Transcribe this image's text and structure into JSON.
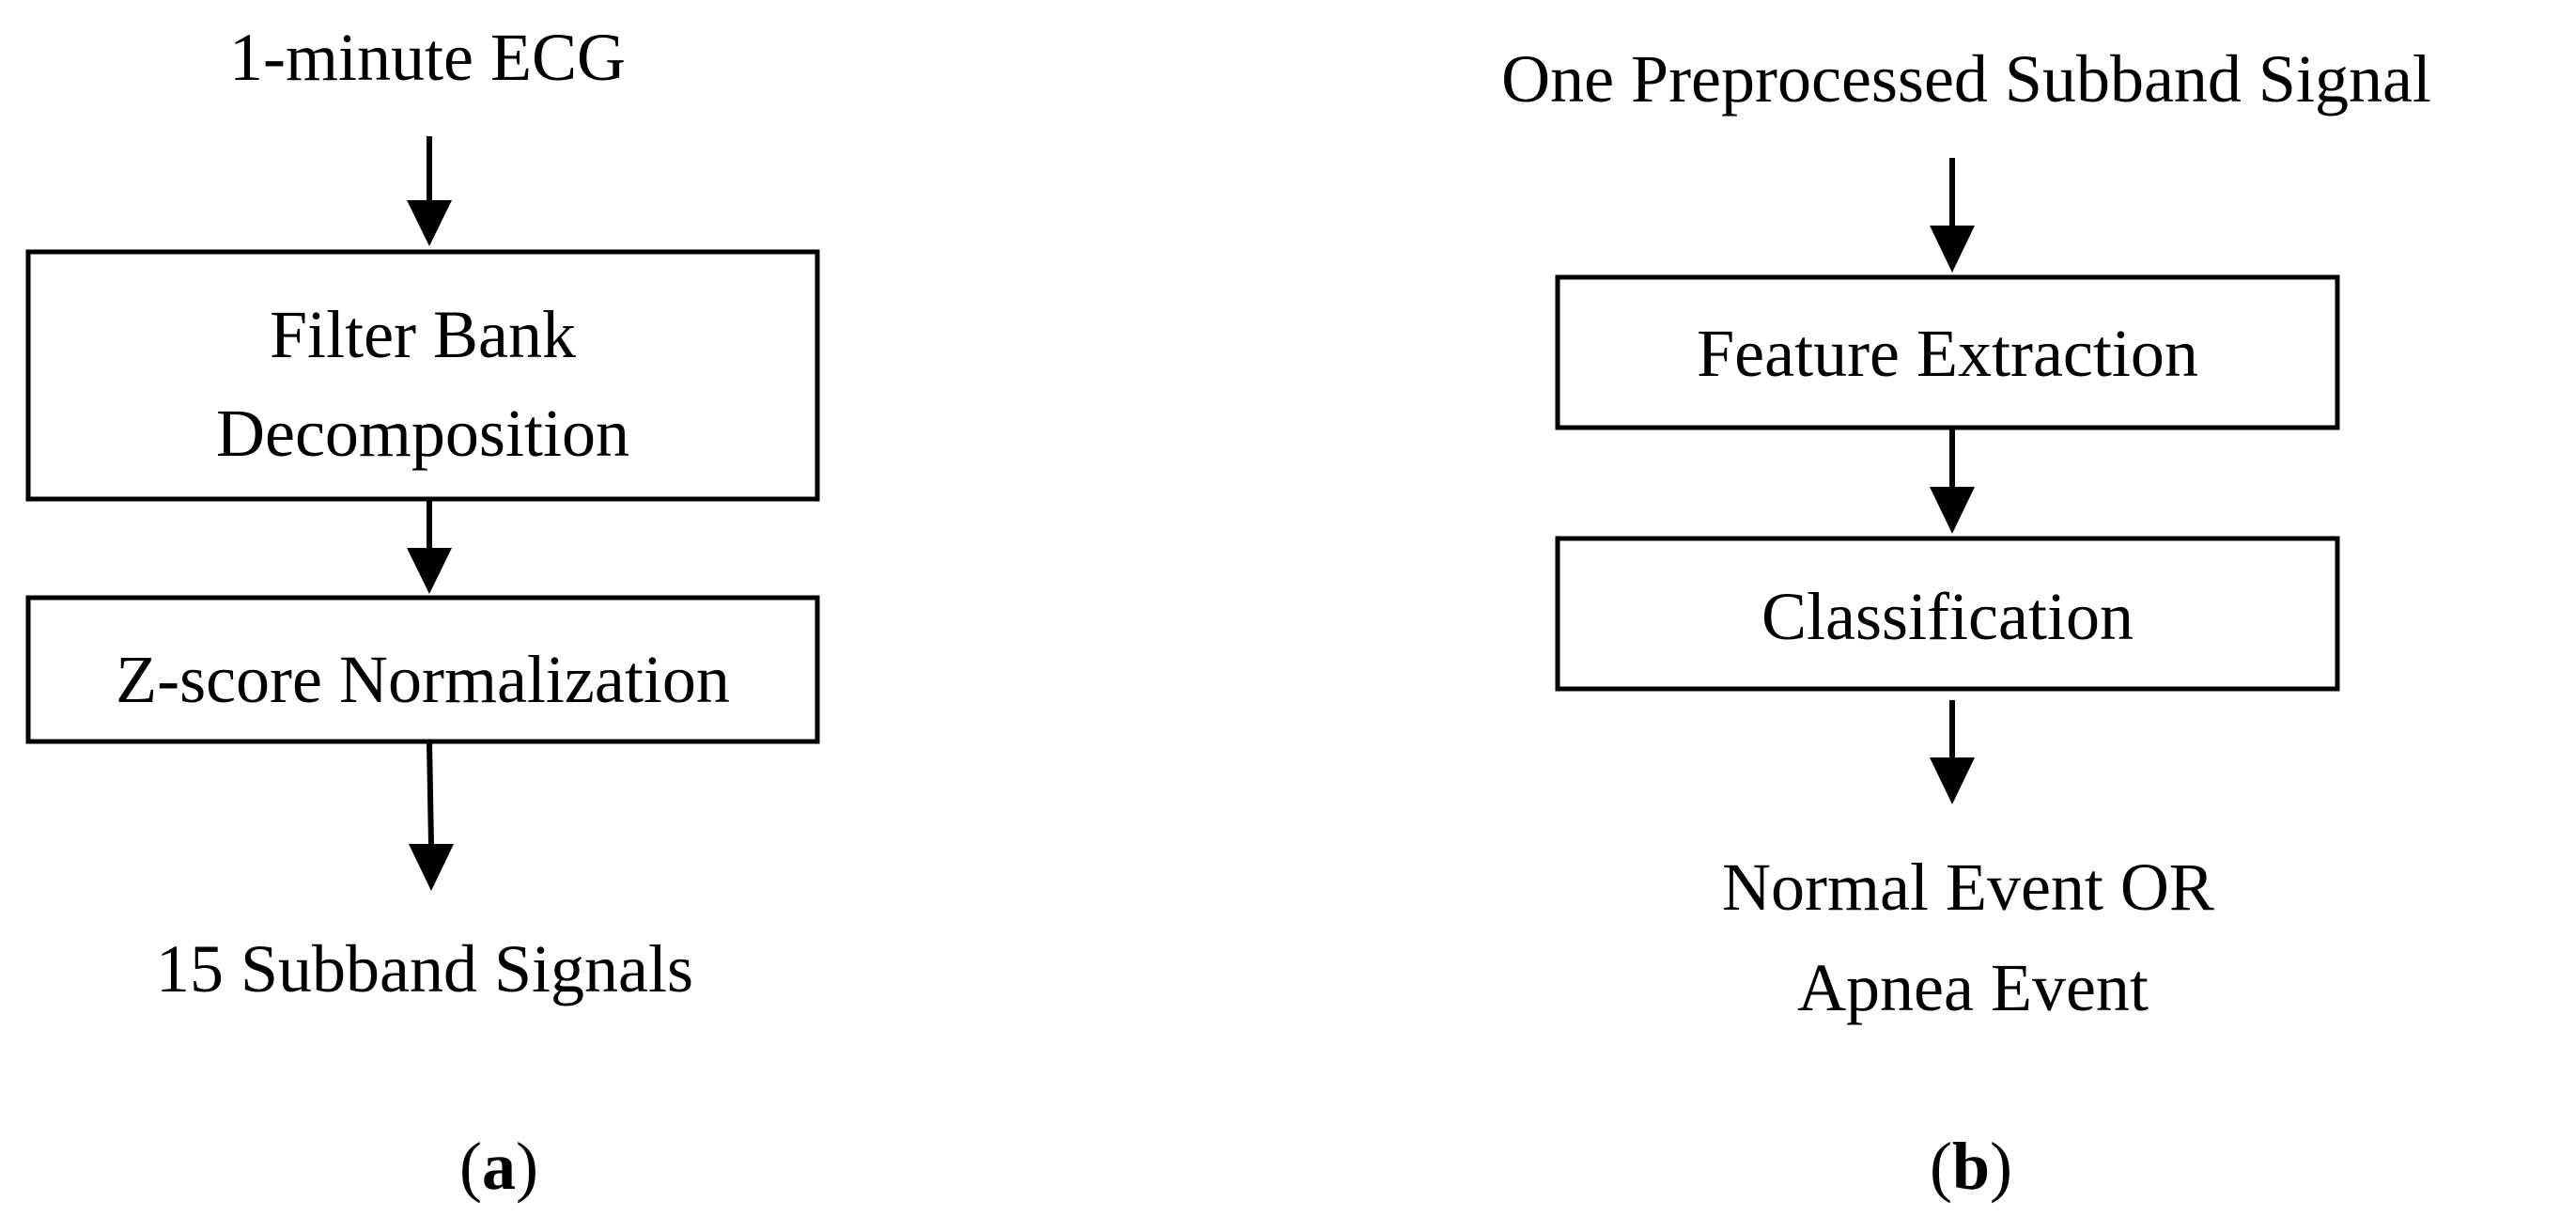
{
  "panel_a": {
    "input": "1-minute ECG",
    "box_filter": {
      "line1": "Filter Bank",
      "line2": "Decomposition"
    },
    "box_zscore": "Z-score Normalization",
    "output": "15 Subband Signals",
    "caption": {
      "open": "(",
      "letter": "a",
      "close": ")"
    }
  },
  "panel_b": {
    "input": "One Preprocessed Subband Signal",
    "box_feature": "Feature Extraction",
    "box_classification": "Classification",
    "output": {
      "line1": "Normal Event OR",
      "line2": "Apnea Event"
    },
    "caption": {
      "open": "(",
      "letter": "b",
      "close": ")"
    }
  }
}
